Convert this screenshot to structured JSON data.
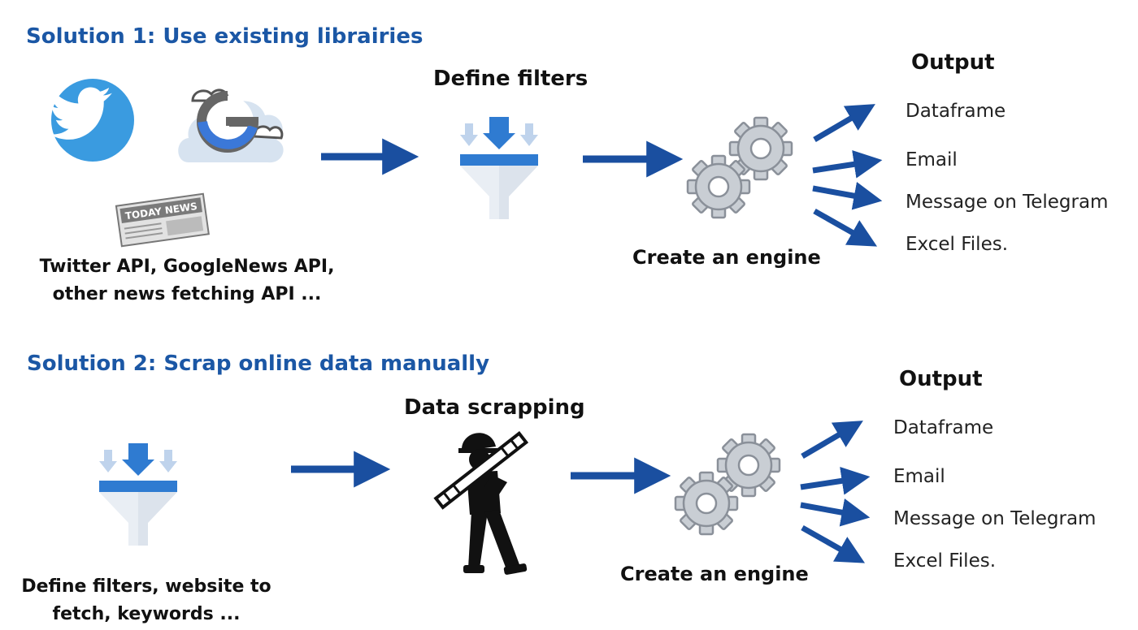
{
  "solution1": {
    "title": "Solution 1: Use existing librairies",
    "step_filters_label": "Define filters",
    "sources_caption_line1": "Twitter API, GoogleNews API,",
    "sources_caption_line2": "other news fetching API ...",
    "newspaper_text": "TODAY NEWS",
    "engine_label": "Create an engine",
    "output_title": "Output",
    "outputs": [
      "Dataframe",
      "Email",
      "Message on Telegram",
      "Excel Files."
    ]
  },
  "solution2": {
    "title": "Solution 2: Scrap online data manually",
    "step_scrapping_label": "Data scrapping",
    "filters_caption_line1": "Define filters, website to",
    "filters_caption_line2": "fetch, keywords ...",
    "engine_label": "Create an engine",
    "output_title": "Output",
    "outputs": [
      "Dataframe",
      "Email",
      "Message on Telegram",
      "Excel Files."
    ]
  },
  "colors": {
    "accent_blue": "#1B57A5",
    "arrow_blue": "#1A4FA0",
    "twitter_blue": "#3A9BE0",
    "funnel_blue": "#2F7BD1",
    "gear_gray": "#C9CED4"
  },
  "icons": [
    "twitter-icon",
    "google-cloud-icon",
    "newspaper-icon",
    "filter-funnel-icon",
    "gears-icon",
    "worker-icon",
    "arrow-icon"
  ]
}
